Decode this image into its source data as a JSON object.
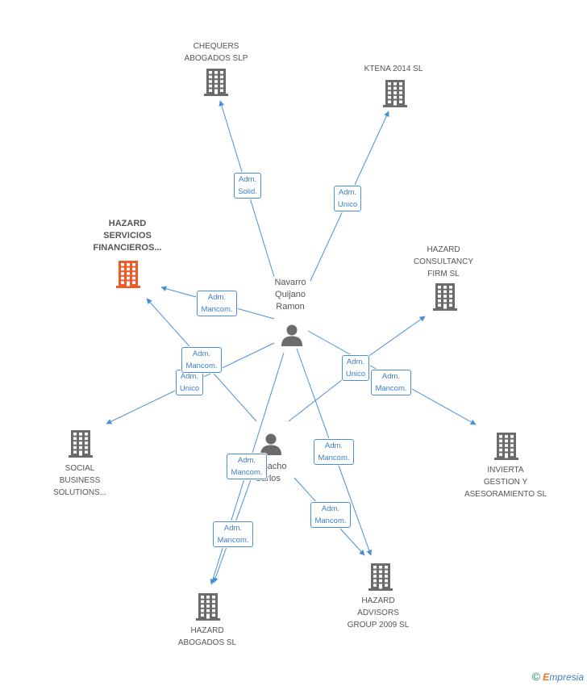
{
  "companies": [
    {
      "id": "chequers",
      "label": "CHEQUERS\nABOGADOS  SLP",
      "highlight": false
    },
    {
      "id": "ktena",
      "label": "KTENA 2014  SL",
      "highlight": false
    },
    {
      "id": "hazard_servicios",
      "label": "HAZARD\nSERVICIOS\nFINANCIEROS...",
      "highlight": true
    },
    {
      "id": "hazard_consultancy",
      "label": "HAZARD\nCONSULTANCY\nFIRM SL",
      "highlight": false
    },
    {
      "id": "social_business",
      "label": "SOCIAL\nBUSINESS\nSOLUTIONS...",
      "highlight": false
    },
    {
      "id": "invierta",
      "label": "INVIERTA\nGESTION Y\nASESORAMIENTO SL",
      "highlight": false
    },
    {
      "id": "hazard_abogados",
      "label": "HAZARD\nABOGADOS  SL",
      "highlight": false
    },
    {
      "id": "hazard_advisors",
      "label": "HAZARD\nADVISORS\nGROUP 2009 SL",
      "highlight": false
    }
  ],
  "people": [
    {
      "id": "navarro",
      "label": "Navarro\nQuijano\nRamon"
    },
    {
      "id": "camacho",
      "label": "Camacho\nCarlos"
    }
  ],
  "edges": [
    {
      "from": "navarro",
      "to": "chequers",
      "label": "Adm.\nSolid."
    },
    {
      "from": "navarro",
      "to": "ktena",
      "label": "Adm.\nUnico"
    },
    {
      "from": "navarro",
      "to": "hazard_servicios",
      "label": "Adm.\nMancom."
    },
    {
      "from": "navarro",
      "to": "hazard_consultancy",
      "label": "Adm.\nMancom."
    },
    {
      "from": "navarro",
      "to": "social_business",
      "label": "Adm.\nUnico"
    },
    {
      "from": "navarro",
      "to": "invierta",
      "label": "Adm.\nUnico"
    },
    {
      "from": "navarro",
      "to": "hazard_advisors",
      "label": "Adm.\nMancom."
    },
    {
      "from": "navarro",
      "to": "hazard_abogados",
      "label": "Adm.\nMancom."
    },
    {
      "from": "camacho",
      "to": "hazard_servicios",
      "label": "Adm.\nMancom."
    },
    {
      "from": "camacho",
      "to": "hazard_consultancy",
      "label": "Adm.\nMancom."
    },
    {
      "from": "camacho",
      "to": "hazard_abogados",
      "label": "Adm.\nMancom."
    },
    {
      "from": "camacho",
      "to": "hazard_advisors",
      "label": "Adm.\nMancom."
    }
  ],
  "colors": {
    "edge": "#4a90d9",
    "building": "#6b6b6b",
    "building_highlight": "#f05a28",
    "person": "#6b6b6b"
  },
  "footer": {
    "copyright": "©",
    "brand_first": "E",
    "brand_rest": "mpresia"
  }
}
